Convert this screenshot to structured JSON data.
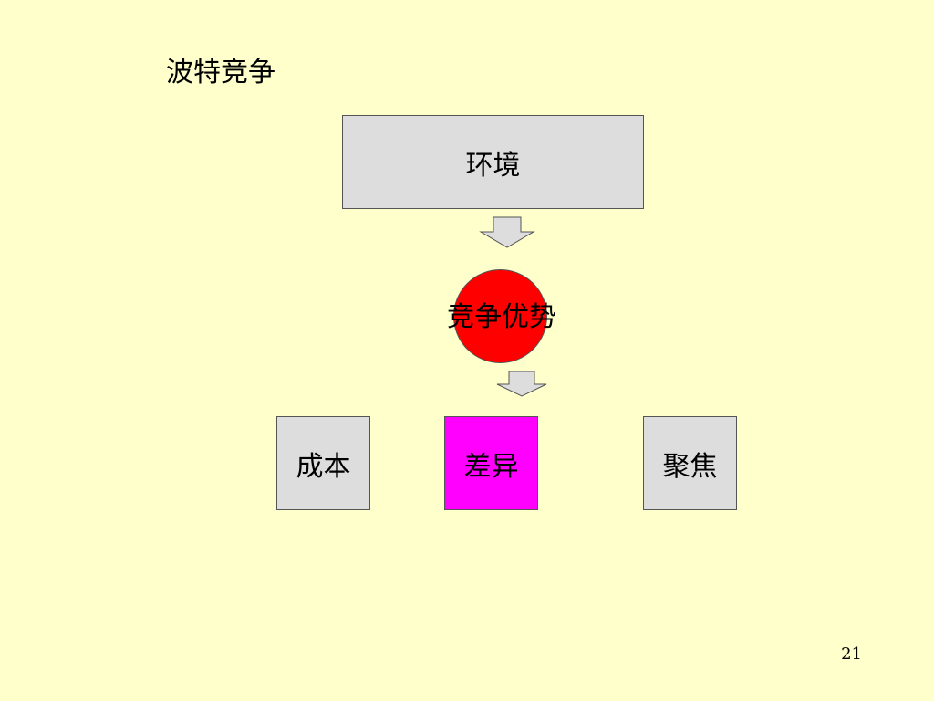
{
  "title": "波特竞争",
  "diagram": {
    "environment": {
      "label": "环境",
      "fill": "#DDDDDD"
    },
    "advantage": {
      "label": "竞争优势",
      "fill": "#FF0000"
    },
    "strategies": [
      {
        "label": "成本",
        "fill": "#DDDDDD"
      },
      {
        "label": "差异",
        "fill": "#FF00FF"
      },
      {
        "label": "聚焦",
        "fill": "#DDDDDD"
      }
    ],
    "arrow_fill": "#DDDDDD"
  },
  "page_number": "21"
}
